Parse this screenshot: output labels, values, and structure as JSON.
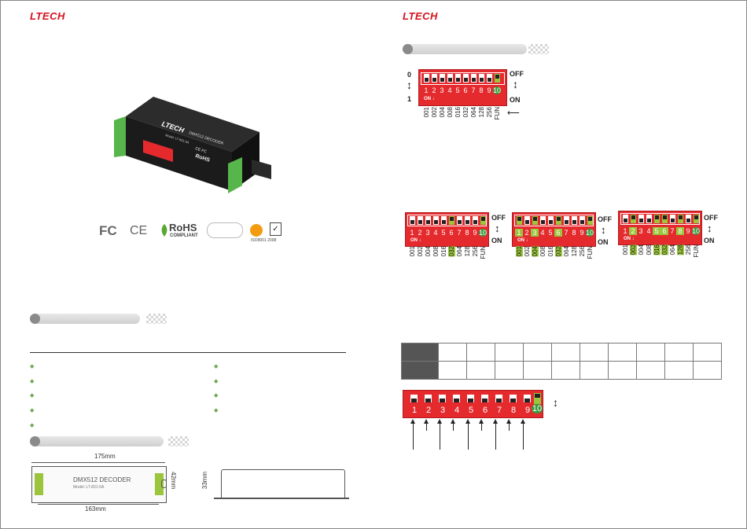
{
  "brand": "LTECH",
  "product": {
    "label_brand": "LTECH",
    "label_title": "DMX512 DECODER",
    "label_model": "Model: LT-831-5A",
    "label_fc": "CE FC",
    "label_rohs": "RoHS"
  },
  "certs": {
    "fc": "FC",
    "ce": "CE",
    "rohs": "RoHS",
    "rohs_sub": "COMPLIANT",
    "iso_sub": "ISO9001",
    "iso_year": "2008"
  },
  "dip_main": {
    "left_top": "0",
    "left_bottom": "1",
    "right_top": "OFF",
    "right_bottom": "ON",
    "on_label": "ON ↓",
    "numbers": [
      "1",
      "2",
      "3",
      "4",
      "5",
      "6",
      "7",
      "8",
      "9",
      "10"
    ],
    "values": [
      "001",
      "002",
      "004",
      "008",
      "016",
      "032",
      "064",
      "128",
      "256",
      "FUN"
    ]
  },
  "examples": [
    {
      "right_top": "OFF",
      "right_bottom": "ON",
      "on_label": "ON ↓",
      "green": [
        6
      ],
      "labels": [
        "001",
        "002",
        "004",
        "008",
        "016",
        "032",
        "064",
        "128",
        "256",
        "FUN"
      ]
    },
    {
      "right_top": "OFF",
      "right_bottom": "ON",
      "on_label": "ON ↓",
      "green": [
        1,
        3,
        6
      ],
      "labels": [
        "001",
        "002",
        "004",
        "008",
        "016",
        "032",
        "064",
        "128",
        "256",
        "FUN"
      ]
    },
    {
      "right_top": "OFF",
      "right_bottom": "ON",
      "on_label": "ON ↓",
      "green": [
        2,
        5,
        6,
        8
      ],
      "labels": [
        "001",
        "002",
        "004",
        "008",
        "016",
        "032",
        "064",
        "128",
        "256",
        "FUN"
      ]
    }
  ],
  "dip_bottom": {
    "numbers": [
      "1",
      "2",
      "3",
      "4",
      "5",
      "6",
      "7",
      "8",
      "9",
      "10"
    ]
  },
  "dimensions": {
    "length_outer": "175mm",
    "length_inner": "163mm",
    "height": "42mm",
    "depth": "33mm",
    "drawing_title": "DMX512 DECODER",
    "drawing_model": "Model: LT-831-5A"
  },
  "colors": {
    "brand_red": "#d4121e",
    "dip_red": "#e52a2e",
    "highlight_green": "#9bc53d"
  }
}
